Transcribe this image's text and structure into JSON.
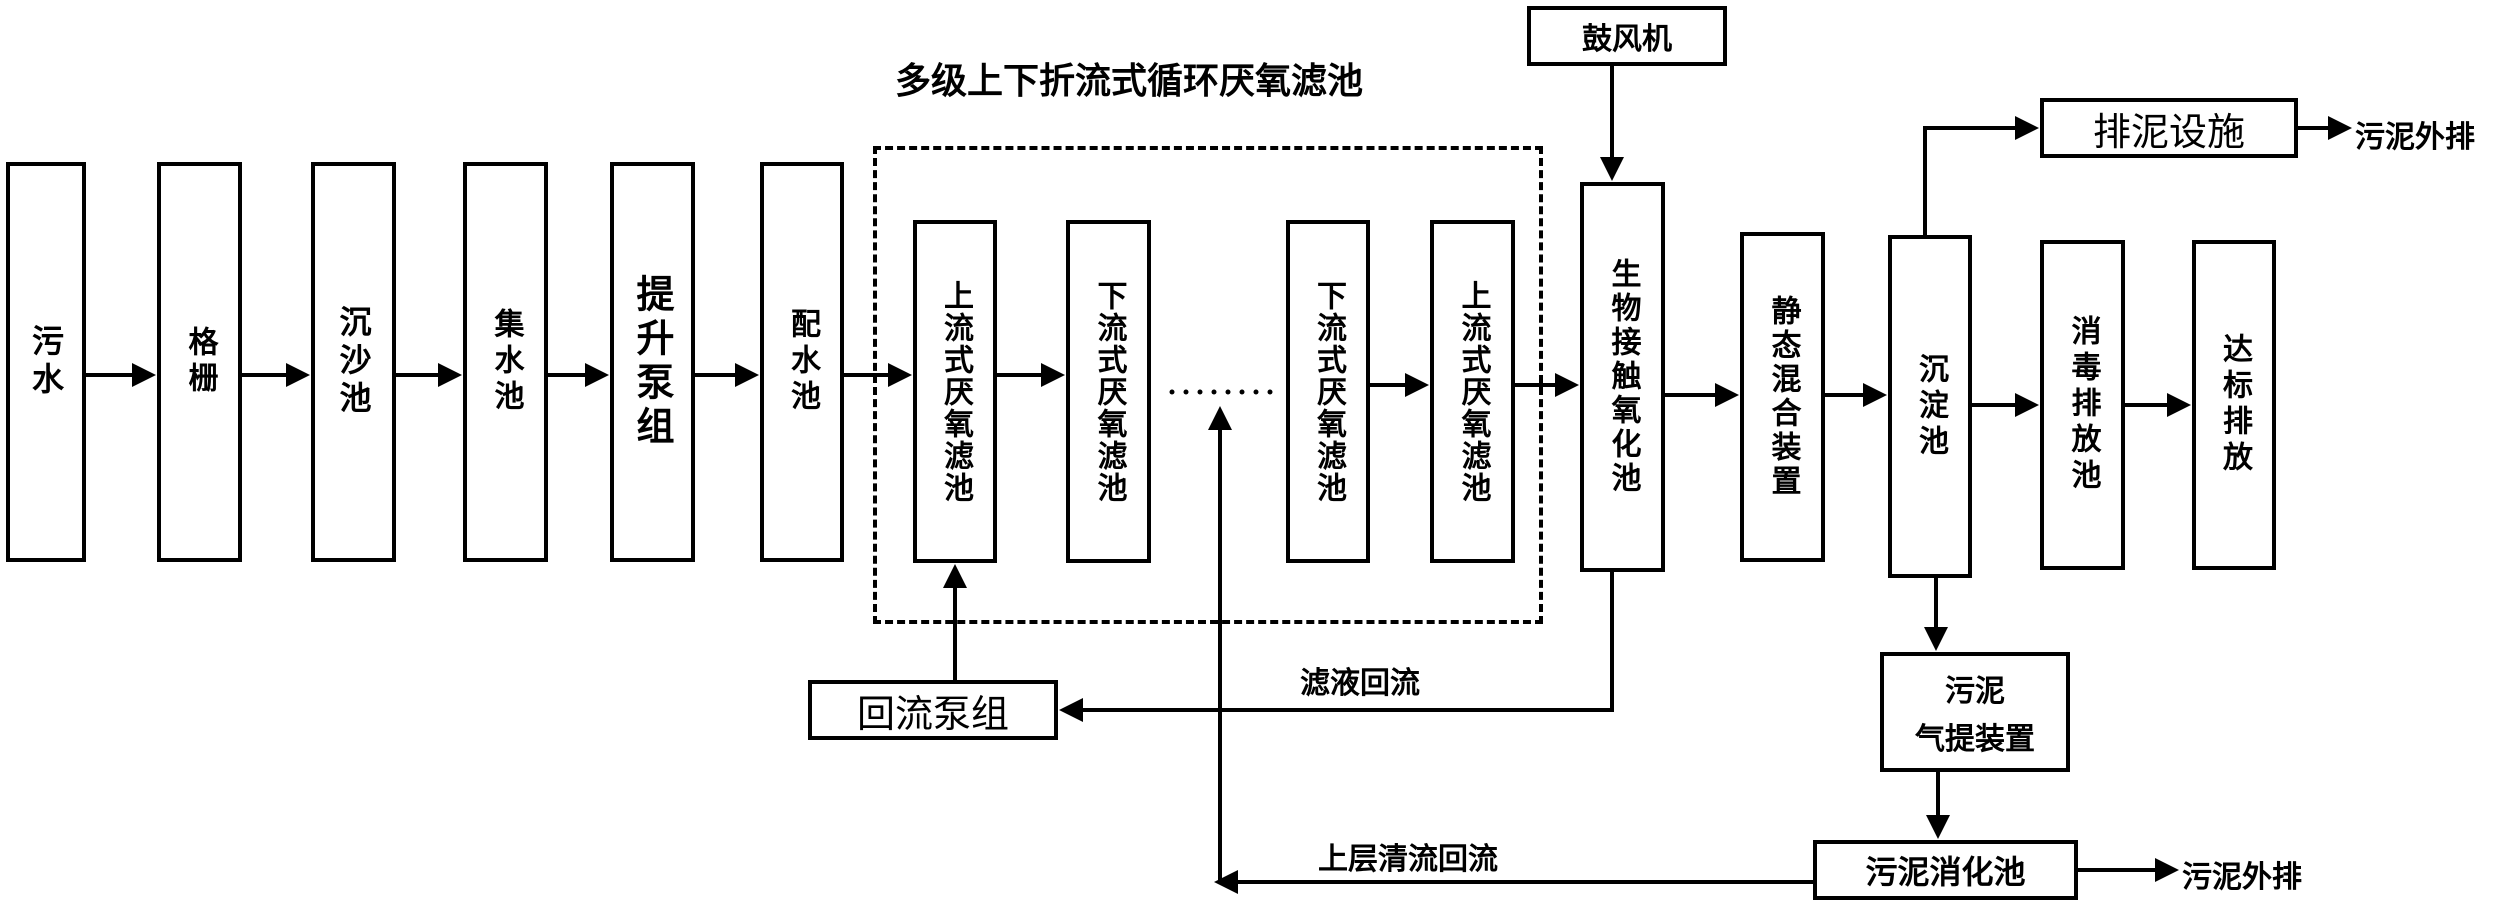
{
  "title": "多级上下折流式循环厌氧滤池",
  "main_chain": [
    {
      "key": "sewage",
      "text": "污水"
    },
    {
      "key": "grille",
      "text": "格栅"
    },
    {
      "key": "grit",
      "text": "沉沙池"
    },
    {
      "key": "collect",
      "text": "集水池"
    },
    {
      "key": "lift",
      "text": "提升泵组"
    },
    {
      "key": "distrib",
      "text": "配水池"
    },
    {
      "key": "up1",
      "text": "上流式厌氧滤池"
    },
    {
      "key": "down1",
      "text": "下流式厌氧滤池"
    },
    {
      "key": "down2",
      "text": "下流式厌氧滤池"
    },
    {
      "key": "up2",
      "text": "上流式厌氧滤池"
    },
    {
      "key": "bio",
      "text": "生物接触氧化池"
    },
    {
      "key": "mixer",
      "text": "静态混合装置"
    },
    {
      "key": "settle",
      "text": "沉淀池"
    },
    {
      "key": "disinfect",
      "text": "消毒排放池"
    },
    {
      "key": "discharge",
      "text": "达标排放"
    }
  ],
  "blower": "鼓风机",
  "reflux_pump": "回流泵组",
  "sludge_outlet": "排泥设施",
  "sludge_out_1": "污泥外排",
  "sludge_lift": [
    "污泥",
    "气提装置"
  ],
  "digester": "污泥消化池",
  "sludge_out_2": "污泥外排",
  "filtrate_reflux": "滤液回流",
  "supernatant_reflux": "上层清流回流"
}
